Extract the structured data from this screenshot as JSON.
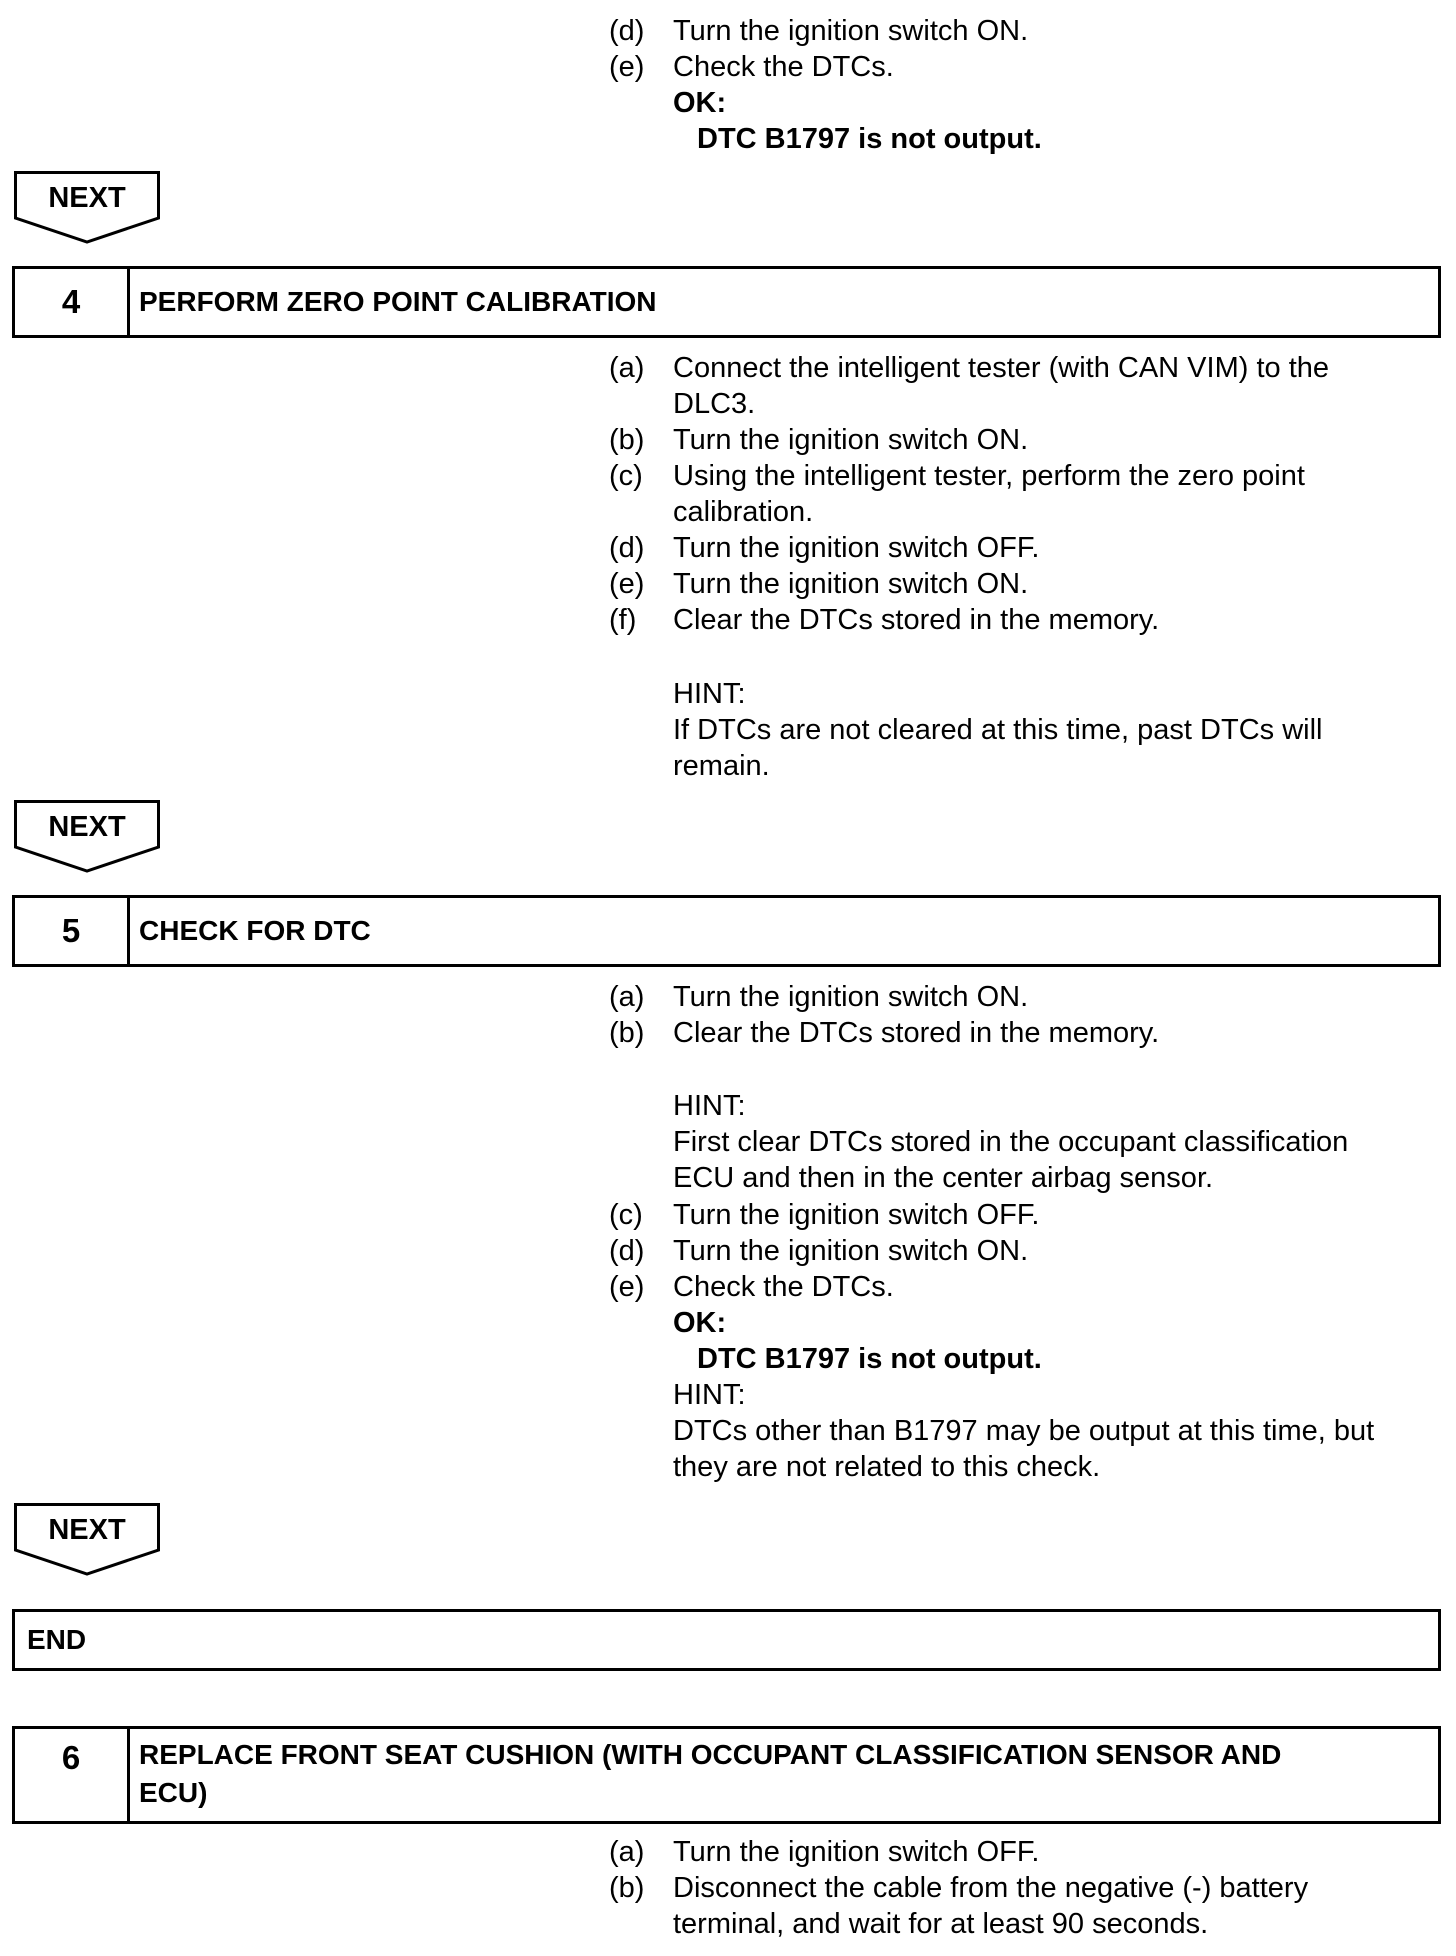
{
  "top": {
    "d_label": "(d)",
    "d_text": "Turn the ignition switch ON.",
    "e_label": "(e)",
    "e_text": "Check the DTCs.",
    "ok_label": "OK:",
    "ok_text": "DTC B1797 is not output."
  },
  "next_label": "NEXT",
  "step4": {
    "number": "4",
    "title": "PERFORM ZERO POINT CALIBRATION",
    "items": [
      {
        "label": "(a)",
        "lines": [
          "Connect the intelligent tester (with CAN VIM) to the",
          "DLC3."
        ]
      },
      {
        "label": "(b)",
        "lines": [
          "Turn the ignition switch ON."
        ]
      },
      {
        "label": "(c)",
        "lines": [
          "Using the intelligent tester, perform the zero point",
          "calibration."
        ]
      },
      {
        "label": "(d)",
        "lines": [
          "Turn the ignition switch OFF."
        ]
      },
      {
        "label": "(e)",
        "lines": [
          "Turn the ignition switch ON."
        ]
      },
      {
        "label": "(f)",
        "lines": [
          "Clear the DTCs stored in the memory."
        ]
      }
    ],
    "hint_label": "HINT:",
    "hint_lines": [
      "If DTCs are not cleared at this time, past DTCs will",
      "remain."
    ]
  },
  "step5": {
    "number": "5",
    "title": "CHECK FOR DTC",
    "items": [
      {
        "label": "(a)",
        "lines": [
          "Turn the ignition switch ON."
        ]
      },
      {
        "label": "(b)",
        "lines": [
          "Clear the DTCs stored in the memory."
        ]
      }
    ],
    "hint1_label": "HINT:",
    "hint1_lines": [
      "First clear DTCs stored in the occupant classification",
      "ECU and then in the center airbag sensor."
    ],
    "items2": [
      {
        "label": "(c)",
        "lines": [
          "Turn the ignition switch OFF."
        ]
      },
      {
        "label": "(d)",
        "lines": [
          "Turn the ignition switch ON."
        ]
      },
      {
        "label": "(e)",
        "lines": [
          "Check the DTCs."
        ]
      }
    ],
    "ok_label": "OK:",
    "ok_text": "DTC B1797 is not output.",
    "hint2_label": "HINT:",
    "hint2_lines": [
      "DTCs other than B1797 may be output at this time, but",
      "they are not related to this check."
    ]
  },
  "end_label": "END",
  "step6": {
    "number": "6",
    "title_lines": [
      "REPLACE FRONT SEAT CUSHION (WITH OCCUPANT CLASSIFICATION SENSOR AND",
      "ECU)"
    ],
    "items": [
      {
        "label": "(a)",
        "lines": [
          "Turn the ignition switch OFF."
        ]
      },
      {
        "label": "(b)",
        "lines": [
          "Disconnect the cable from the negative (-) battery",
          "terminal, and wait for at least 90 seconds."
        ]
      }
    ]
  }
}
